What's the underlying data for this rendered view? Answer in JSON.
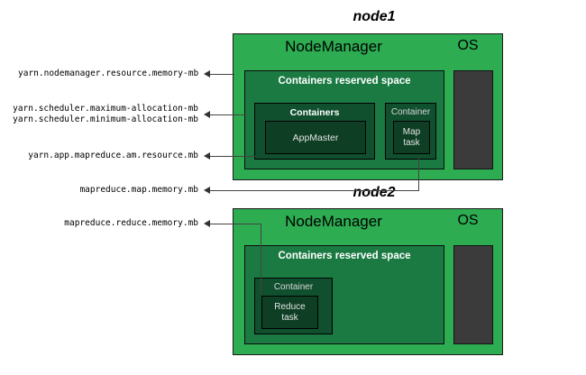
{
  "diagram": {
    "title_node1": "node1",
    "title_node2": "node2",
    "labels": {
      "nodemanager_memory": "yarn.nodemanager.resource.memory-mb",
      "scheduler_max": "yarn.scheduler.maximum-allocation-mb",
      "scheduler_min": "yarn.scheduler.minimum-allocation-mb",
      "am_resource": "yarn.app.mapreduce.am.resource.mb",
      "map_memory": "mapreduce.map.memory.mb",
      "reduce_memory": "mapreduce.reduce.memory.mb"
    },
    "node1": {
      "nodemanager": "NodeManager",
      "os": "OS",
      "reserved": "Containers reserved space",
      "containers": "Containers",
      "appmaster": "AppMaster",
      "container": "Container",
      "map_task_line1": "Map",
      "map_task_line2": "task"
    },
    "node2": {
      "nodemanager": "NodeManager",
      "os": "OS",
      "reserved": "Containers reserved space",
      "container": "Container",
      "reduce_task_line1": "Reduce",
      "reduce_task_line2": "task"
    },
    "colors": {
      "node_green": "#2dac52",
      "reserved_green": "#1a7a42",
      "container_green": "#11502f",
      "task_green": "#0e3f24",
      "os_dark": "#3b3b3b",
      "line": "#444444",
      "text_light": "#ffffff",
      "text_dark": "#000000"
    }
  }
}
